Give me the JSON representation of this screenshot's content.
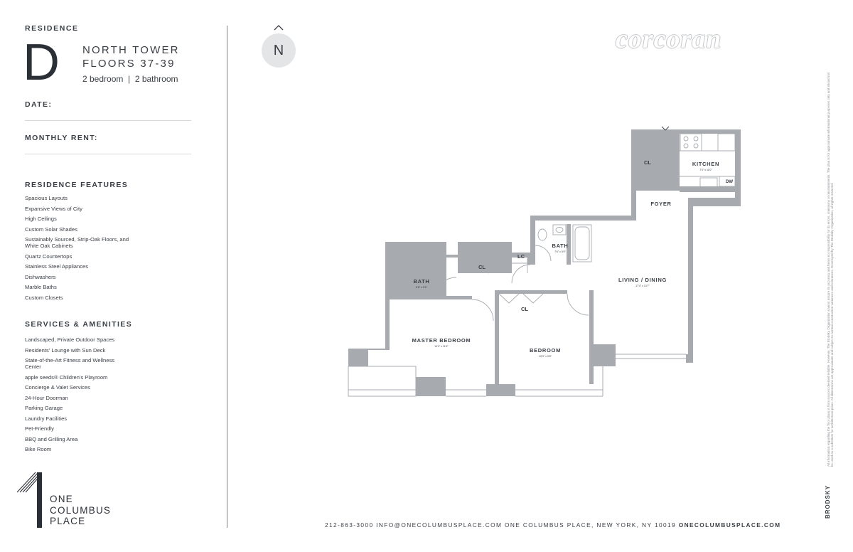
{
  "residence": {
    "label": "RESIDENCE",
    "letter": "D",
    "tower": "NORTH TOWER",
    "floors": "FLOORS 37-39",
    "rooms": "2 bedroom  |  2 bathroom"
  },
  "fields": {
    "date_label": "DATE:",
    "rent_label": "MONTHLY RENT:"
  },
  "features": {
    "title": "RESIDENCE FEATURES",
    "items": [
      "Spacious Layouts",
      "Expansive Views of City",
      "High Ceilings",
      "Custom Solar Shades",
      "Sustainably Sourced, Strip-Oak Floors, and White Oak Cabinets",
      "Quartz Countertops",
      "Stainless Steel Appliances",
      "Dishwashers",
      "Marble Baths",
      "Custom Closets"
    ]
  },
  "amenities": {
    "title": "SERVICES & AMENITIES",
    "items": [
      "Landscaped, Private Outdoor Spaces",
      "Residents' Lounge with Sun Deck",
      "State-of-the-Art Fitness and Wellness Center",
      "apple seeds® Children's Playroom",
      "Concierge & Valet Services",
      "24-Hour Doorman",
      "Parking Garage",
      "Laundry Facilities",
      "Pet-Friendly",
      "BBQ and Grilling Area",
      "Bike Room"
    ]
  },
  "brand": {
    "line1": "ONE",
    "line2": "COLUMBUS",
    "line3": "PLACE"
  },
  "compass": {
    "letter": "N"
  },
  "broker": {
    "name": "corcoran"
  },
  "developer": {
    "name": "BRODSKY",
    "disclaimer": "All information regarding the floor plans is from sources deemed reliable. However, The Brodsky Organization cannot assure its accuracy and bears no responsibility for its errors, omissions or misstatements. The plan is for approximate informational purposes only and should not be used as a substitute for architectural plans. All dimensions are approximate and subject to normal construction variances and tolerances. Developed by The Brodsky Organization, all rights reserved."
  },
  "plan": {
    "rooms": {
      "kitchen": "KITCHEN",
      "kitchen_dim": "7'0\" x 11'0\"",
      "dw": "DW",
      "cl_foyer": "CL",
      "foyer": "FOYER",
      "bath_upper": "BATH",
      "bath_upper_dim": "7'6\" x 5'0\"",
      "lc": "LC",
      "cl_hall": "CL",
      "bath_lower": "BATH",
      "bath_lower_dim": "8'8\" x 5'6\"",
      "living": "LIVING / DINING",
      "living_dim": "17'4\" x 13'7\"",
      "cl_bedroom": "CL",
      "master": "MASTER BEDROOM",
      "master_dim": "14'0\" x 11'5\"",
      "bedroom": "BEDROOM",
      "bedroom_dim": "10'3\" x 9'8\""
    }
  },
  "footer": {
    "contact": "212-863-3000  INFO@ONECOLUMBUSPLACE.COM  ONE COLUMBUS PLACE, NEW YORK, NY 10019",
    "website": "ONECOLUMBUSPLACE.COM"
  }
}
